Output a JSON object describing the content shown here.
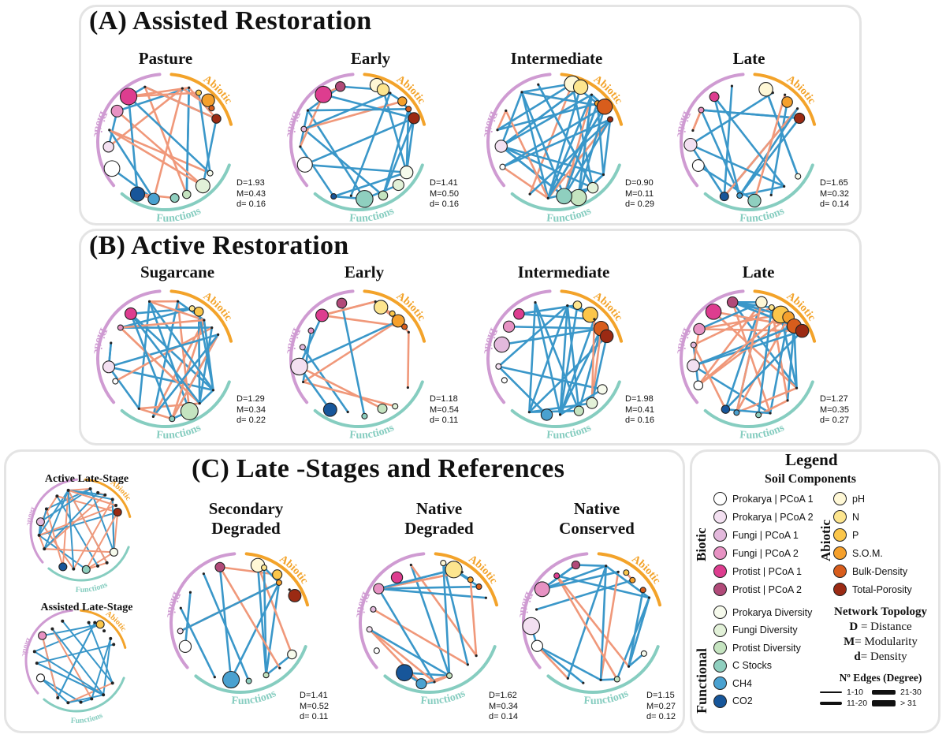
{
  "panels": {
    "a": {
      "title": "(A) Assisted Restoration"
    },
    "b": {
      "title": "(B) Active Restoration"
    },
    "c": {
      "title": "(C) Late -Stages and References"
    }
  },
  "arc_labels": {
    "biotic": "Biotic",
    "abiotic": "Abiotic",
    "functions": "Functions"
  },
  "networks": [
    {
      "id": "a1",
      "title": "Pasture",
      "stats": [
        "D=1.93",
        "M=0.43",
        "d= 0.16"
      ],
      "seed": 11,
      "edges": 26,
      "ratio": 0.45
    },
    {
      "id": "a2",
      "title": "Early",
      "stats": [
        "D=1.41",
        "M=0.50",
        "d= 0.16"
      ],
      "seed": 23,
      "edges": 28,
      "ratio": 0.2
    },
    {
      "id": "a3",
      "title": "Intermediate",
      "stats": [
        "D=0.90",
        "M=0.11",
        "d= 0.29"
      ],
      "seed": 37,
      "edges": 52,
      "ratio": 0.1
    },
    {
      "id": "a4",
      "title": "Late",
      "stats": [
        "D=1.65",
        "M=0.32",
        "d= 0.14"
      ],
      "seed": 41,
      "edges": 24,
      "ratio": 0.25
    },
    {
      "id": "b1",
      "title": "Sugarcane",
      "stats": [
        "D=1.29",
        "M=0.34",
        "d= 0.22"
      ],
      "seed": 53,
      "edges": 38,
      "ratio": 0.25
    },
    {
      "id": "b2",
      "title": "Early",
      "stats": [
        "D=1.18",
        "M=0.54",
        "d= 0.11"
      ],
      "seed": 67,
      "edges": 20,
      "ratio": 0.6
    },
    {
      "id": "b3",
      "title": "Intermediate",
      "stats": [
        "D=1.98",
        "M=0.41",
        "d= 0.16"
      ],
      "seed": 71,
      "edges": 28,
      "ratio": 0.2
    },
    {
      "id": "b4",
      "title": "Late",
      "stats": [
        "D=1.27",
        "M=0.35",
        "d= 0.27"
      ],
      "seed": 83,
      "edges": 44,
      "ratio": 0.45
    },
    {
      "id": "c0a",
      "title": "Active Late-Stage",
      "stats": [],
      "seed": 83,
      "edges": 40,
      "ratio": 0.45
    },
    {
      "id": "c0b",
      "title": "Assisted Late-Stage",
      "stats": [],
      "seed": 41,
      "edges": 22,
      "ratio": 0.25
    },
    {
      "id": "c1",
      "title": "Secondary\nDegraded",
      "stats": [
        "D=1.41",
        "M=0.52",
        "d= 0.11"
      ],
      "seed": 97,
      "edges": 16,
      "ratio": 0.3
    },
    {
      "id": "c2",
      "title": "Native\nDegraded",
      "stats": [
        "D=1.62",
        "M=0.34",
        "d= 0.14"
      ],
      "seed": 101,
      "edges": 26,
      "ratio": 0.35
    },
    {
      "id": "c3",
      "title": "Native\nConserved",
      "stats": [
        "D=1.15",
        "M=0.27",
        "d= 0.12"
      ],
      "seed": 113,
      "edges": 24,
      "ratio": 0.15
    }
  ],
  "colors": {
    "positive_edge": "#f0987a",
    "negative_edge": "#3a97c9",
    "biotic_arc": "#cf9bd2",
    "abiotic_arc": "#f3a32a",
    "functions_arc": "#86cdc0"
  },
  "legend": {
    "title": "Legend",
    "soil_components": "Soil Components",
    "biotic_label": "Biotic",
    "abiotic_label": "Abiotic",
    "functional_label": "Functional",
    "biotic": [
      {
        "label": "Prokarya | PCoA 1",
        "color": "#ffffff"
      },
      {
        "label": "Prokarya | PCoA 2",
        "color": "#f3e0f1"
      },
      {
        "label": "Fungi | PCoA 1",
        "color": "#e3b9dc"
      },
      {
        "label": "Fungi | PCoA 2",
        "color": "#e792c3"
      },
      {
        "label": "Protist | PCoA 1",
        "color": "#dd3d8f"
      },
      {
        "label": "Protist | PCoA 2",
        "color": "#b14a79"
      }
    ],
    "abiotic": [
      {
        "label": "pH",
        "color": "#fff8d6"
      },
      {
        "label": "N",
        "color": "#fde58e"
      },
      {
        "label": "P",
        "color": "#fbc64a"
      },
      {
        "label": "S.O.M.",
        "color": "#f5a02c"
      },
      {
        "label": "Bulk-Density",
        "color": "#d85d1c"
      },
      {
        "label": "Total-Porosity",
        "color": "#9b2a13"
      }
    ],
    "functional": [
      {
        "label": "Prokarya Diversity",
        "color": "#f6faec"
      },
      {
        "label": "Fungi Diversity",
        "color": "#e2f1d8"
      },
      {
        "label": "Protist Diversity",
        "color": "#c5e4c0"
      },
      {
        "label": "C Stocks",
        "color": "#8fcfbf"
      },
      {
        "label": "CH4",
        "color": "#4aa1d0"
      },
      {
        "label": "CO2",
        "color": "#17569a"
      }
    ],
    "topology_title": "Network Topology",
    "topology": [
      {
        "key": "D",
        "text": " = Distance"
      },
      {
        "key": "M",
        "text": "= Modularity"
      },
      {
        "key": "d",
        "text": "= Density"
      }
    ],
    "edges_title": "Nº Edges (Degree)",
    "edge_classes": [
      "1-10",
      "11-20",
      "21-30",
      "> 31"
    ]
  }
}
